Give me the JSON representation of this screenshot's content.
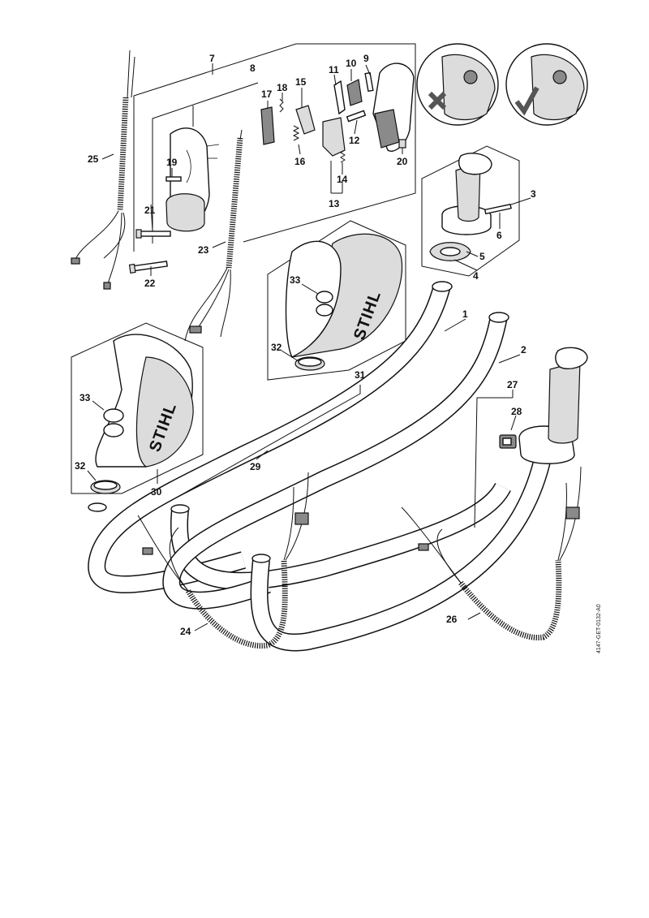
{
  "diagram": {
    "brand_text": "STIHL",
    "drawing_code": "4147-GET-0132-A0",
    "callouts": [
      {
        "id": "c1",
        "text": "1"
      },
      {
        "id": "c2",
        "text": "2"
      },
      {
        "id": "c3",
        "text": "3"
      },
      {
        "id": "c4",
        "text": "4"
      },
      {
        "id": "c5",
        "text": "5"
      },
      {
        "id": "c6",
        "text": "6"
      },
      {
        "id": "c7",
        "text": "7"
      },
      {
        "id": "c8",
        "text": "8"
      },
      {
        "id": "c9",
        "text": "9"
      },
      {
        "id": "c10",
        "text": "10"
      },
      {
        "id": "c11",
        "text": "11"
      },
      {
        "id": "c12",
        "text": "12"
      },
      {
        "id": "c13",
        "text": "13"
      },
      {
        "id": "c14",
        "text": "14"
      },
      {
        "id": "c15",
        "text": "15"
      },
      {
        "id": "c16",
        "text": "16"
      },
      {
        "id": "c17",
        "text": "17"
      },
      {
        "id": "c18",
        "text": "18"
      },
      {
        "id": "c19",
        "text": "19"
      },
      {
        "id": "c20",
        "text": "20"
      },
      {
        "id": "c21",
        "text": "21"
      },
      {
        "id": "c22",
        "text": "22"
      },
      {
        "id": "c23",
        "text": "23"
      },
      {
        "id": "c24",
        "text": "24"
      },
      {
        "id": "c25",
        "text": "25"
      },
      {
        "id": "c26",
        "text": "26"
      },
      {
        "id": "c27",
        "text": "27"
      },
      {
        "id": "c28",
        "text": "28"
      },
      {
        "id": "c29",
        "text": "29"
      },
      {
        "id": "c30",
        "text": "30"
      },
      {
        "id": "c31",
        "text": "31"
      },
      {
        "id": "c32a",
        "text": "32"
      },
      {
        "id": "c32b",
        "text": "32"
      },
      {
        "id": "c33a",
        "text": "33"
      },
      {
        "id": "c33b",
        "text": "33"
      }
    ],
    "insets": [
      {
        "id": "wrong",
        "icon": "cross-mark-icon"
      },
      {
        "id": "right",
        "icon": "check-mark-icon"
      }
    ]
  }
}
